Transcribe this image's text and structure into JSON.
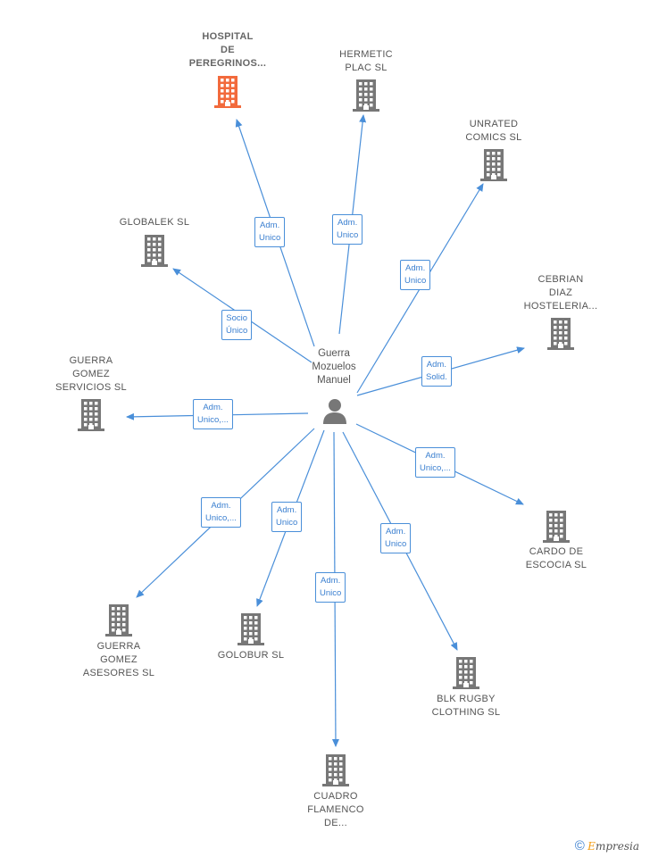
{
  "person": {
    "name": "Guerra\nMozuelos\nManuel",
    "icon": "person-icon"
  },
  "companies": [
    {
      "id": "hospital",
      "name": "HOSPITAL\nDE\nPEREGRINOS...",
      "highlight": true,
      "color": "#f26a3c",
      "relation": "Adm.\nUnico"
    },
    {
      "id": "hermetic",
      "name": "HERMETIC\nPLAC SL",
      "highlight": false,
      "color": "#777777",
      "relation": "Adm.\nUnico"
    },
    {
      "id": "unrated",
      "name": "UNRATED\nCOMICS SL",
      "highlight": false,
      "color": "#777777",
      "relation": "Adm.\nUnico"
    },
    {
      "id": "globalek",
      "name": "GLOBALEK SL",
      "highlight": false,
      "color": "#777777",
      "relation": "Socio\nÚnico"
    },
    {
      "id": "cebrian",
      "name": "CEBRIAN\nDIAZ\nHOSTELERIA...",
      "highlight": false,
      "color": "#777777",
      "relation": "Adm.\nSolid."
    },
    {
      "id": "guerra-servicios",
      "name": "GUERRA\nGOMEZ\nSERVICIOS SL",
      "highlight": false,
      "color": "#777777",
      "relation": "Adm.\nUnico,..."
    },
    {
      "id": "cardo",
      "name": "CARDO DE\nESCOCIA SL",
      "highlight": false,
      "color": "#777777",
      "relation": "Adm.\nUnico,..."
    },
    {
      "id": "guerra-asesores",
      "name": "GUERRA\nGOMEZ\nASESORES SL",
      "highlight": false,
      "color": "#777777",
      "relation": "Adm.\nUnico,..."
    },
    {
      "id": "golobur",
      "name": "GOLOBUR SL",
      "highlight": false,
      "color": "#777777",
      "relation": "Adm.\nUnico"
    },
    {
      "id": "cuadro",
      "name": "CUADRO\nFLAMENCO\nDE...",
      "highlight": false,
      "color": "#777777",
      "relation": "Adm.\nUnico"
    },
    {
      "id": "blk",
      "name": "BLK RUGBY\nCLOTHING SL",
      "highlight": false,
      "color": "#777777",
      "relation": "Adm.\nUnico"
    }
  ],
  "colors": {
    "edge": "#4a8fd9",
    "building": "#777777",
    "highlight": "#f26a3c"
  },
  "brand": {
    "copyright": "©",
    "name": "mpresia",
    "initial": "E"
  }
}
